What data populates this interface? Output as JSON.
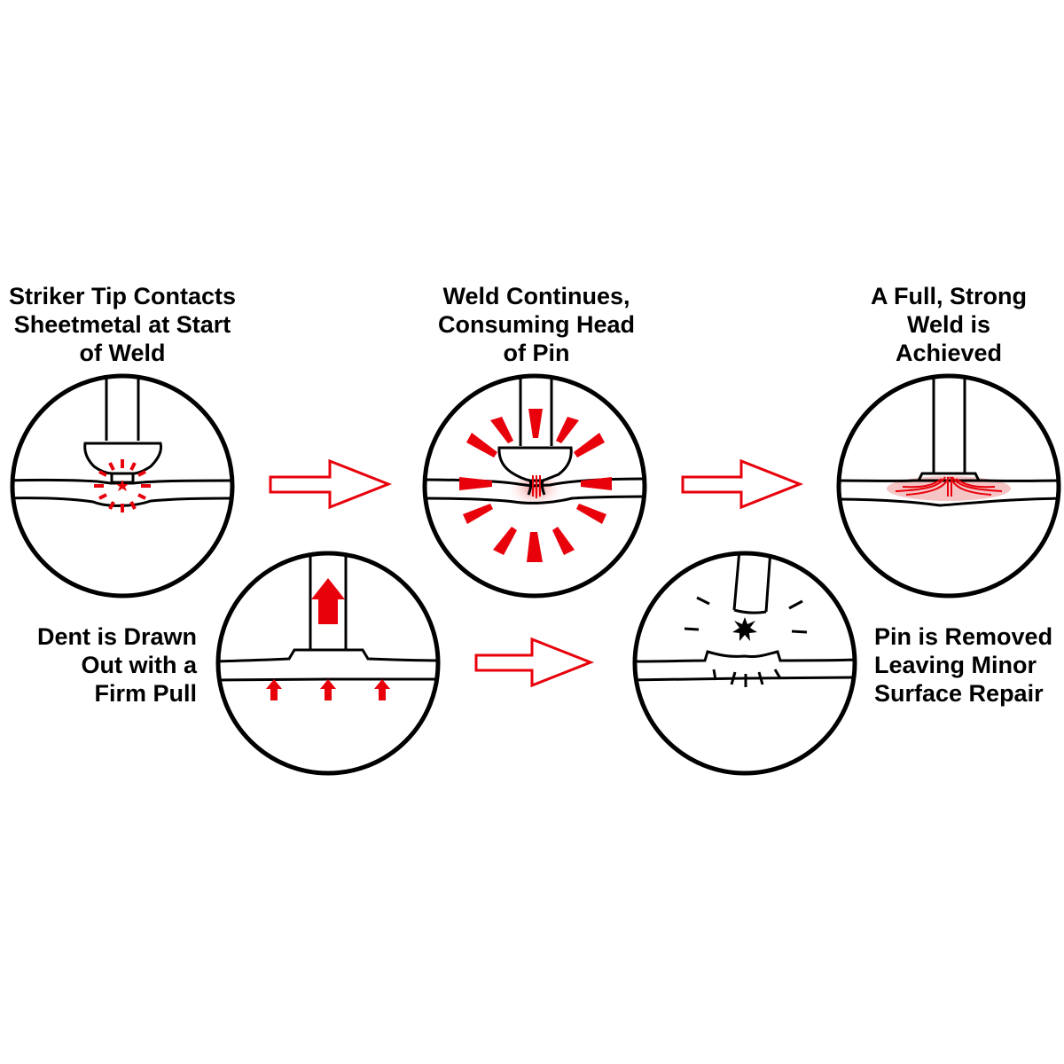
{
  "steps": [
    {
      "id": "step-1",
      "lines": [
        "Striker Tip Contacts",
        "Sheetmetal at Start",
        "of Weld"
      ]
    },
    {
      "id": "step-2",
      "lines": [
        "Weld Continues,",
        "Consuming Head",
        "of Pin"
      ]
    },
    {
      "id": "step-3",
      "lines": [
        "A Full, Strong",
        "Weld is",
        "Achieved"
      ]
    },
    {
      "id": "step-4",
      "lines": [
        "Dent is Drawn",
        "Out with a",
        "Firm Pull"
      ]
    },
    {
      "id": "step-5",
      "lines": [
        "Pin is Removed",
        "Leaving Minor",
        "Surface Repair"
      ]
    }
  ],
  "colors": {
    "outline": "#000000",
    "accent": "#e8000b",
    "glow": "#f4a0a0",
    "background": "#ffffff"
  }
}
